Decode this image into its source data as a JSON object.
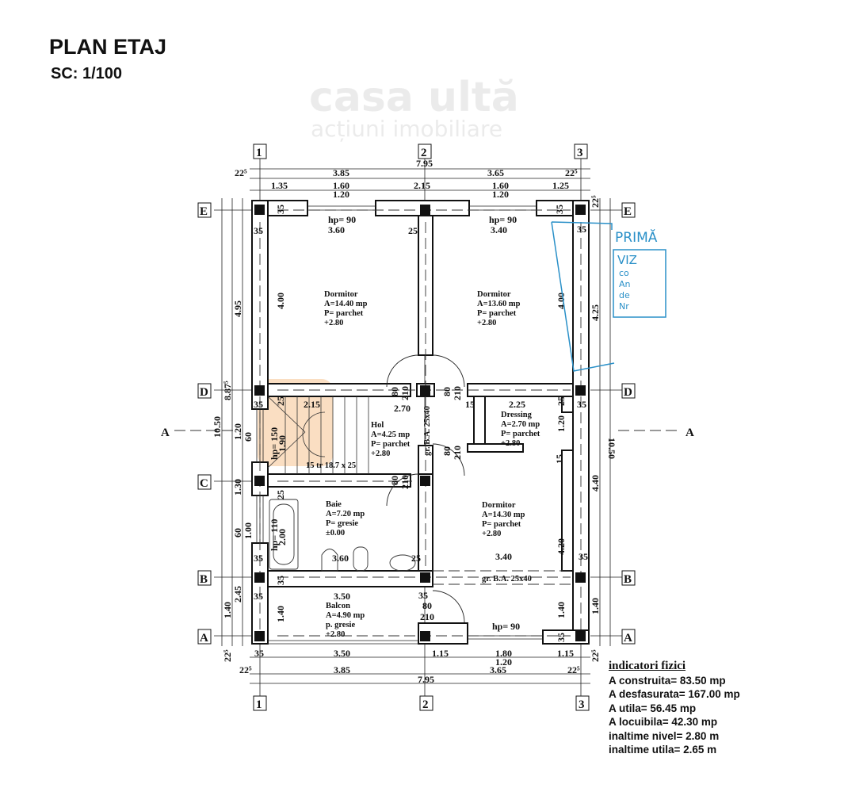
{
  "header": {
    "title": "PLAN ETAJ",
    "scale": "SC: 1/100"
  },
  "axes": {
    "columns": [
      "1",
      "2",
      "3"
    ],
    "rows": [
      "E",
      "D",
      "C",
      "B",
      "A"
    ],
    "section": "A"
  },
  "dimensions": {
    "top_total": "7.95",
    "top_mid": [
      "22⁵",
      "3.85",
      "3.65",
      "22⁵"
    ],
    "top_openings": [
      "1.35",
      "1.60",
      "2.15",
      "1.60",
      "1.25"
    ],
    "top_window_heights": [
      "1.20",
      "1.20"
    ],
    "bottom_openings": [
      "35",
      "3.50",
      "1.15",
      "1.80",
      "1.15"
    ],
    "bottom_window_height": "1.20",
    "bottom_mid": [
      "22⁵",
      "3.85",
      "3.65",
      "22⁵"
    ],
    "bottom_total": "7.95",
    "left_total": "10.50",
    "left_mid": [
      "8.87⁵",
      "1.40",
      "22⁵"
    ],
    "left_inner": [
      "4.95",
      "1.20",
      "60",
      "1.30",
      "60",
      "1.00",
      "2.45"
    ],
    "right_total": "10.50",
    "right_inner": [
      "22⁵",
      "4.25",
      "1.20",
      "4.40",
      "1.40",
      "22⁵"
    ],
    "interior": {
      "hp_top_left": "hp= 90",
      "w_top_left": "3.60",
      "hp_top_right": "hp= 90",
      "w_top_right": "3.40",
      "wall35": "35",
      "wall25": "25",
      "h_left": "4.00",
      "h_right": "4.00",
      "hol_w": "2.15",
      "hol_w2": "2.70",
      "dress_w": "2.25",
      "dress_15": "15",
      "stair_hp": "hp= 150",
      "stair_h": "1.90",
      "stairs": "15 tr 18.7 x 25",
      "beam_v": "gr. B.A. 25x40",
      "beam_h": "gr. B.A. 25x40",
      "door_w": "80",
      "door_h": "210",
      "dress_h": "1.20",
      "bath_hp": "hp= 110",
      "bath_h": "2.00",
      "baie_w": "3.60",
      "dorm_w": "3.40",
      "dorm_h": "4.20",
      "balcon_w": "3.50",
      "balcon_h": "1.40",
      "right_h": "1.40",
      "hp_bottom": "hp= 90"
    }
  },
  "rooms": [
    {
      "name": "Dormitor",
      "area": "A=14.40 mp",
      "floor": "P= parchet",
      "level": "+2.80"
    },
    {
      "name": "Dormitor",
      "area": "A=13.60 mp",
      "floor": "P= parchet",
      "level": "+2.80"
    },
    {
      "name": "Hol",
      "area": "A=4.25 mp",
      "floor": "P= parchet",
      "level": "+2.80"
    },
    {
      "name": "Dressing",
      "area": "A=2.70 mp",
      "floor": "P= parchet",
      "level": "+2.80"
    },
    {
      "name": "Baie",
      "area": "A=7.20 mp",
      "floor": "P= gresie",
      "level": "±0.00"
    },
    {
      "name": "Dormitor",
      "area": "A=14.30 mp",
      "floor": "P= parchet",
      "level": "+2.80"
    },
    {
      "name": "Balcon",
      "area": "A=4.90 mp",
      "floor": "p. gresie",
      "level": "+2.80"
    }
  ],
  "indicators": {
    "title": "indicatori fizici",
    "items": [
      "A construita= 83.50 mp",
      "A desfasurata= 167.00 mp",
      "A utila= 56.45 mp",
      "A locuibila= 42.30 mp",
      "inaltime nivel= 2.80 m",
      "inaltime utila= 2.65 m"
    ]
  },
  "watermark": {
    "brand": "casa ultă",
    "tagline": "acțiuni imobiliare",
    "color": "#f0a050"
  },
  "stamp": {
    "lines": [
      "PRIMĂ",
      "VIZ",
      "co",
      "An",
      "de",
      "Nr"
    ],
    "color": "#2a90c8"
  }
}
